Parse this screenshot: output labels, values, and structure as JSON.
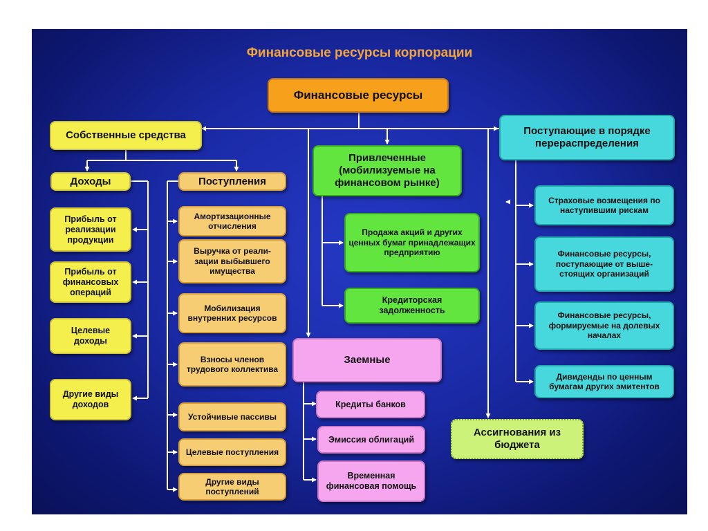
{
  "title": "Финансовые ресурсы корпорации",
  "root": "Финансовые ресурсы",
  "own": {
    "label": "Собственные средства",
    "income": {
      "label": "Доходы",
      "items": [
        "Прибыль от реализации продукции",
        "Прибыль от финансовых операций",
        "Целевые доходы",
        "Другие виды доходов"
      ]
    },
    "receipts": {
      "label": "Поступления",
      "items": [
        "Амортизационные отчисления",
        "Выручка от реали-зации выбывшего имущества",
        "Мобилизация внутренних ресурсов",
        "Взносы членов трудового коллектива",
        "Устойчивые пассивы",
        "Целевые поступления",
        "Другие виды поступлений"
      ]
    }
  },
  "attracted": {
    "label": "Привлеченные (мобилизуемые на финансовом рынке)",
    "items": [
      "Продажа акций и других ценных бумаг принадлежащих предприятию",
      "Кредиторская задолженность"
    ]
  },
  "borrowed": {
    "label": "Заемные",
    "items": [
      "Кредиты банков",
      "Эмиссия облигаций",
      "Временная финансовая помощь"
    ]
  },
  "redistribution": {
    "label": "Поступающие в порядке перераспределения",
    "items": [
      "Страховые возмещения по наступившим рискам",
      "Финансовые ресурсы, поступающие от выше-стоящих организаций",
      "Финансовые ресурсы, формируемые на долевых началах",
      "Дивиденды по ценным бумагам других эмитентов"
    ]
  },
  "budget": "Ассигнования из бюджета",
  "colors": {
    "background": "#1a2aa6",
    "title": "#f2a53c",
    "root": "#f7a01c",
    "own": "#f4ef4c",
    "receipts": "#f7cd74",
    "attracted": "#62e53e",
    "borrowed": "#f5a6ef",
    "redistribution": "#47d8de",
    "budget": "#cdf27a",
    "connector": "#ffffff"
  }
}
